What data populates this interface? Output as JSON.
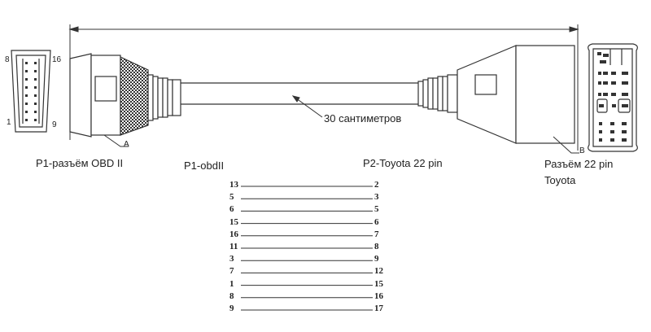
{
  "pin_labels_obd": {
    "top_left": "8",
    "top_right": "16",
    "bottom_left": "1",
    "bottom_right": "9"
  },
  "callouts": {
    "a": "A",
    "b": "B"
  },
  "cable_length": "30 сантиметров",
  "labels": {
    "p1_connector": "P1-разъём OBD II",
    "p1_obd": "P1-obdII",
    "p2_toyota": "P2-Toyota 22 pin",
    "toyota_connector_line1": "Разъём 22 pin",
    "toyota_connector_line2": "Toyota"
  },
  "wiring": [
    {
      "p1": "13",
      "p2": "2"
    },
    {
      "p1": "5",
      "p2": "3"
    },
    {
      "p1": "6",
      "p2": "5"
    },
    {
      "p1": "15",
      "p2": "6"
    },
    {
      "p1": "16",
      "p2": "7"
    },
    {
      "p1": "11",
      "p2": "8"
    },
    {
      "p1": "3",
      "p2": "9"
    },
    {
      "p1": "7",
      "p2": "12"
    },
    {
      "p1": "1",
      "p2": "15"
    },
    {
      "p1": "8",
      "p2": "16"
    },
    {
      "p1": "9",
      "p2": "17"
    }
  ]
}
